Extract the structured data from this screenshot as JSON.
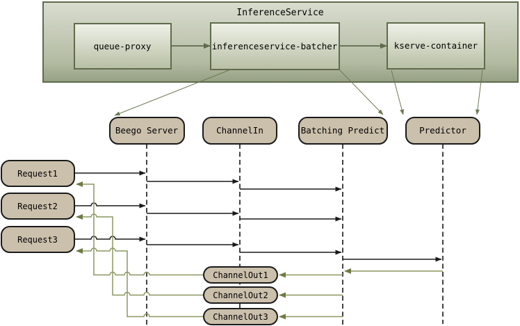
{
  "colors": {
    "container_border": "#5f6b4c",
    "container_gradient_top": "#d9ddd0",
    "container_gradient_bottom": "#96a083",
    "node_gradient_top": "#eff1e8",
    "node_gradient_bottom": "#b7bfa4",
    "lifeline_box_fill": "#cbc0ac",
    "lifeline_box_border": "#1a1a1a",
    "message_black": "#1a1a1a",
    "message_green": "#8a9760",
    "arrow_green": "#6e7c44",
    "connector_olive": "#6b7a52"
  },
  "inference_service": {
    "title": "InferenceService",
    "nodes": [
      {
        "id": "queue-proxy",
        "label": "queue-proxy"
      },
      {
        "id": "inferenceservice-batcher",
        "label": "inferenceservice-batcher"
      },
      {
        "id": "kserve-container",
        "label": "kserve-container"
      }
    ]
  },
  "lifelines": [
    {
      "label": "Beego Server"
    },
    {
      "label": "ChannelIn"
    },
    {
      "label": "Batching Predict"
    },
    {
      "label": "Predictor"
    }
  ],
  "requests": [
    {
      "label": "Request1"
    },
    {
      "label": "Request2"
    },
    {
      "label": "Request3"
    }
  ],
  "channel_outs": [
    {
      "label": "ChannelOut1"
    },
    {
      "label": "ChannelOut2"
    },
    {
      "label": "ChannelOut3"
    }
  ],
  "flows": [
    "queue-proxy -> inferenceservice-batcher",
    "inferenceservice-batcher -> kserve-container",
    "inferenceservice-batcher -> Beego Server",
    "inferenceservice-batcher -> Batching Predict",
    "kserve-container -> Predictor",
    "kserve-container -> Predictor",
    "Request1 -> Beego Server -> ChannelIn -> Batching Predict",
    "Request2 -> Beego Server -> ChannelIn -> Batching Predict",
    "Request3 -> Beego Server -> ChannelIn -> Batching Predict",
    "Batching Predict -> Predictor",
    "Predictor -> Batching Predict",
    "Batching Predict -> ChannelOut1 -> Request1",
    "Batching Predict -> ChannelOut2 -> Request2",
    "Batching Predict -> ChannelOut3 -> Request3"
  ]
}
